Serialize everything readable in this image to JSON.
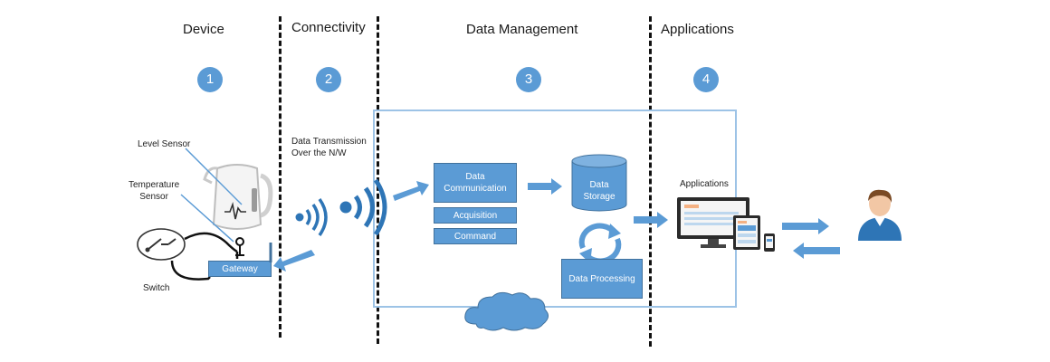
{
  "stages": [
    {
      "heading": "Device",
      "number": "1"
    },
    {
      "heading": "Connectivity",
      "number": "2"
    },
    {
      "heading": "Data Management",
      "number": "3"
    },
    {
      "heading": "Applications",
      "number": "4"
    }
  ],
  "device": {
    "level_sensor": "Level Sensor",
    "temperature_sensor": "Temperature\nSensor",
    "switch": "Switch",
    "gateway": "Gateway"
  },
  "connectivity": {
    "transmission": "Data Transmission\nOver the N/W"
  },
  "data_management": {
    "communication": "Data\nCommunication",
    "acquisition": "Acquisition",
    "command": "Command",
    "storage": "Data\nStorage",
    "processing": "Data Processing"
  },
  "applications": {
    "label": "Applications"
  },
  "colors": {
    "accent": "#5b9bd5",
    "accent_dark": "#41719c",
    "frame": "#9dc3e6"
  }
}
